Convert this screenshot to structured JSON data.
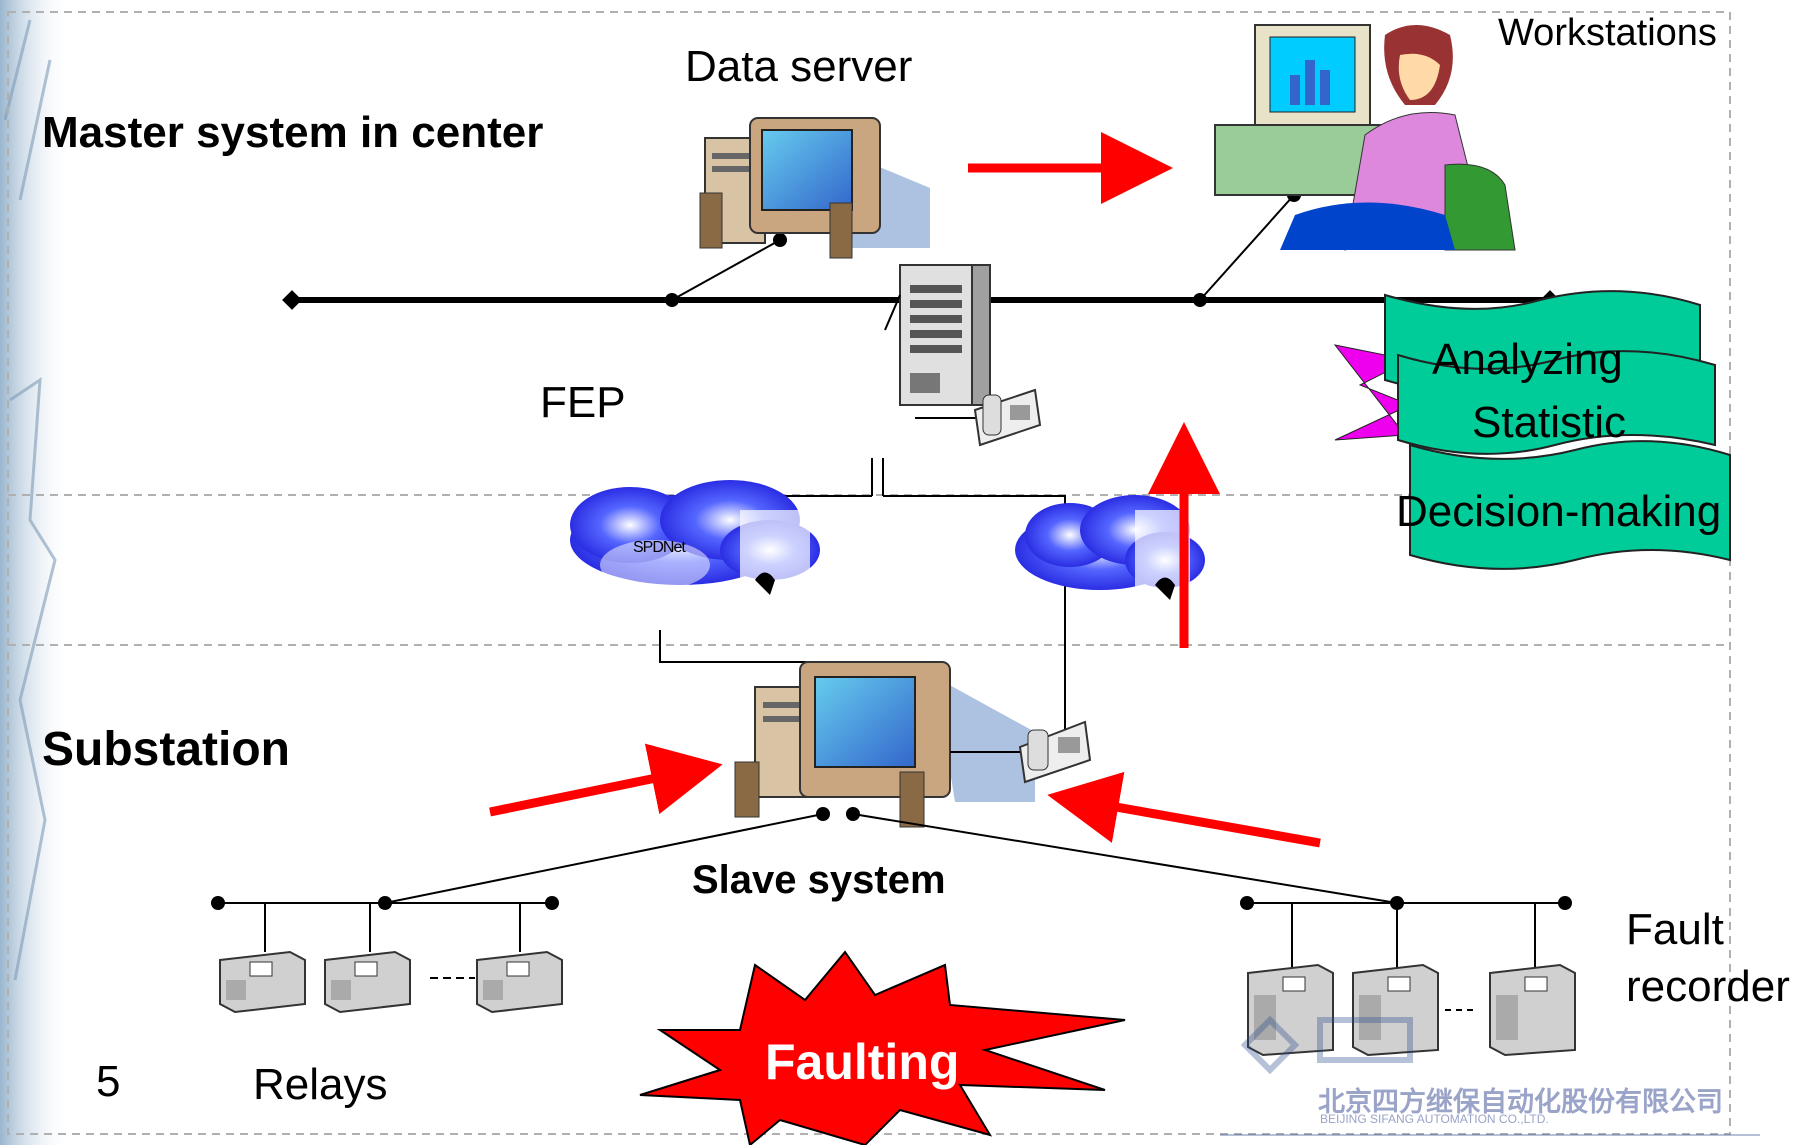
{
  "slide": {
    "page_number": "5",
    "sections": {
      "master": "Master system in center",
      "substation": "Substation"
    },
    "nodes": {
      "data_server": "Data server",
      "workstations": "Workstations",
      "fep": "FEP",
      "slave_system": "Slave system",
      "relays": "Relays",
      "fault_recorder_line1": "Fault",
      "fault_recorder_line2": "recorder"
    },
    "networks": {
      "spdnet": "SPDNet"
    },
    "functions": {
      "analyzing": "Analyzing",
      "statistic": "Statistic",
      "decision": "Decision-making"
    },
    "event": "Faulting",
    "company": {
      "name_cn": "北京四方继保自动化股份有限公司",
      "name_en": "BEIJING SIFANG AUTOMATION CO.,LTD."
    },
    "colors": {
      "arrow": "#ff0000",
      "banner": "#00cc99",
      "cloud": "#3333ff",
      "burst": "#ff0000",
      "star": "#ee00ee",
      "frame_dash": "#b0b0b0"
    }
  }
}
